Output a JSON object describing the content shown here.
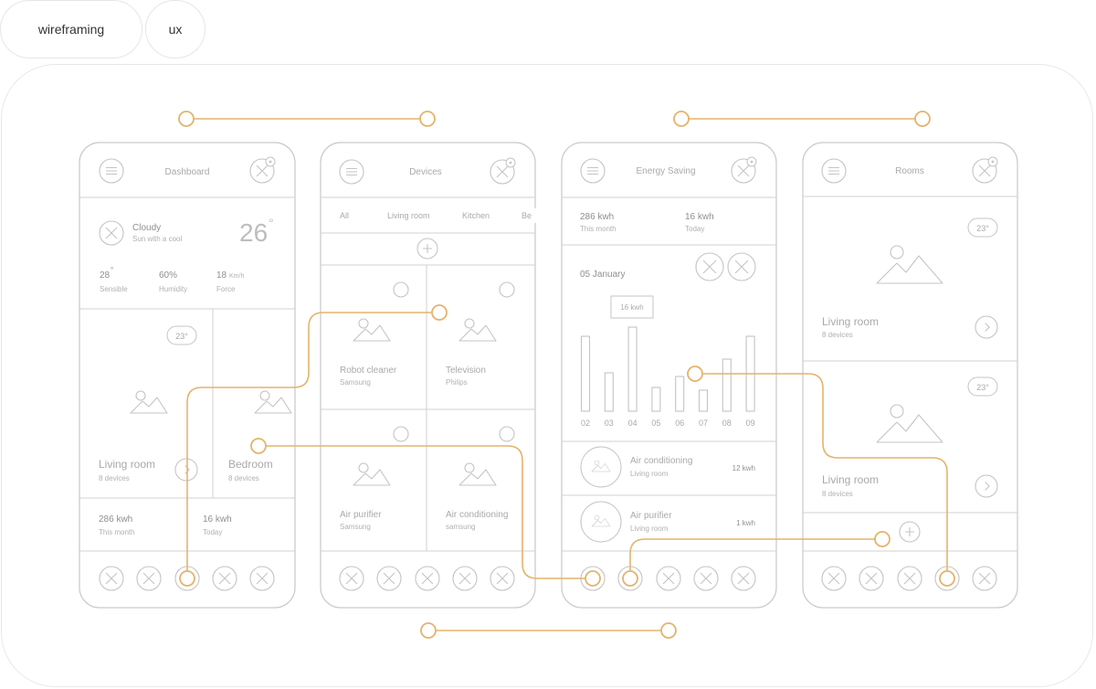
{
  "tags": [
    "wireframing",
    "ux"
  ],
  "screens": {
    "dashboard": {
      "title": "Dashboard",
      "weather": {
        "condition": "Cloudy",
        "subtitle": "Sun with a cool",
        "temp": "26",
        "degree": "°"
      },
      "stats": [
        {
          "value": "28",
          "unit": "°",
          "label": "Sensible"
        },
        {
          "value": "60%",
          "unit": "",
          "label": "Humidity"
        },
        {
          "value": "18",
          "unit": "Km/h",
          "label": "Force"
        }
      ],
      "rooms": [
        {
          "name": "Living room",
          "devices": "8 devices",
          "badge": "23°"
        },
        {
          "name": "Bedroom",
          "devices": "8 devices"
        }
      ],
      "energy": [
        {
          "value": "286 kwh",
          "label": "This month"
        },
        {
          "value": "16 kwh",
          "label": "Today"
        }
      ]
    },
    "devices": {
      "title": "Devices",
      "filters": [
        "All",
        "Living room",
        "Kitchen",
        "Bed"
      ],
      "items": [
        {
          "name": "Robot cleaner",
          "brand": "Samsung"
        },
        {
          "name": "Television",
          "brand": "Philips"
        },
        {
          "name": "Air purifier",
          "brand": "Samsung"
        },
        {
          "name": "Air conditioning",
          "brand": "samsung"
        }
      ]
    },
    "energy": {
      "title": "Energy Saving",
      "summary": [
        {
          "value": "286 kwh",
          "label": "This month"
        },
        {
          "value": "16 kwh",
          "label": "Today"
        }
      ],
      "date": "05 January",
      "tooltip": "16 kwh",
      "chart_data": {
        "type": "bar",
        "categories": [
          "02",
          "03",
          "04",
          "05",
          "06",
          "07",
          "08",
          "09"
        ],
        "values": [
          8.2,
          4.2,
          9.2,
          2.6,
          3.8,
          2.3,
          5.7,
          8.2
        ],
        "ylim": [
          0,
          10
        ]
      },
      "list": [
        {
          "name": "Air conditioning",
          "room": "Living room",
          "value": "12 kwh"
        },
        {
          "name": "Air purifier",
          "room": "Living room",
          "value": "1 kwh"
        }
      ]
    },
    "rooms": {
      "title": "Rooms",
      "items": [
        {
          "name": "Living room",
          "devices": "8 devices",
          "badge": "23°"
        },
        {
          "name": "Living room",
          "devices": "8 devices",
          "badge": "23°"
        }
      ]
    }
  },
  "colors": {
    "accent": "#e4b36c",
    "stroke": "#c9c9c9",
    "text": "#a9a9a9"
  }
}
